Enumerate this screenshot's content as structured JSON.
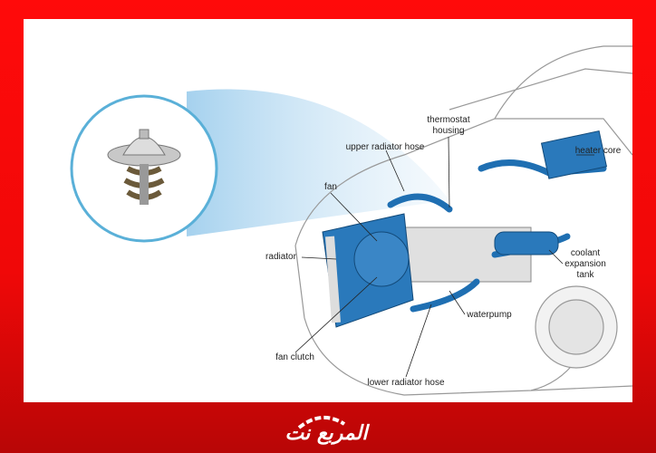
{
  "diagram": {
    "labels": {
      "thermostat_housing": [
        "thermostat",
        "housing"
      ],
      "upper_radiator_hose": "upper radiator hose",
      "heater_core": "heater core",
      "fan": "fan",
      "radiator": "radiator",
      "coolant_expansion_tank": [
        "coolant",
        "expansion",
        "tank"
      ],
      "waterpump": "waterpump",
      "fan_clutch": "fan clutch",
      "lower_radiator_hose": "lower radiator hose"
    },
    "colors": {
      "coolant_blue": "#1f6fb2",
      "frame_red": "#ff0a0a",
      "circle_outline": "#5ab0d8"
    }
  },
  "brand": {
    "logo_text": "المربع نت"
  }
}
